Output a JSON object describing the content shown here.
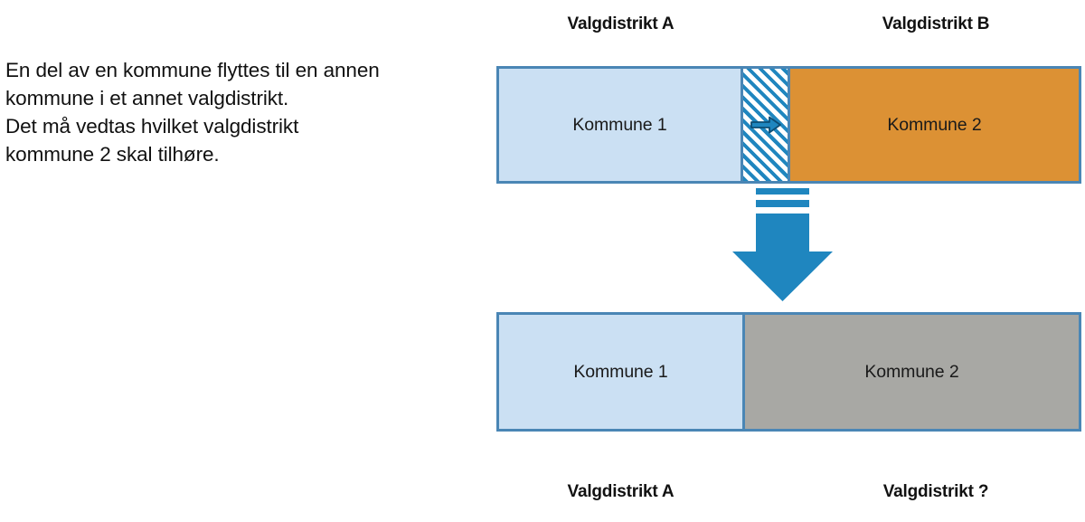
{
  "diagram": {
    "caption": "En del av en kommune flyttes til en annen\nkommune i et annet valgdistrikt.\nDet må vedtas hvilket valgdistrikt\nkommune 2 skal tilhøre.",
    "headings": {
      "top_left": "Valgdistrikt A",
      "top_right": "Valgdistrikt B",
      "bottom_left": "Valgdistrikt A",
      "bottom_right": "Valgdistrikt ?"
    },
    "before_bar": {
      "segments": [
        {
          "label": "Kommune 1",
          "color": "#cbe0f3",
          "kind": "solid"
        },
        {
          "label": "",
          "color": "#1f86bf",
          "kind": "hatched"
        },
        {
          "label": "Kommune 2",
          "color": "#dc9134",
          "kind": "solid"
        }
      ]
    },
    "after_bar": {
      "segments": [
        {
          "label": "Kommune 1",
          "color": "#cbe0f3",
          "kind": "solid"
        },
        {
          "label": "Kommune 2",
          "color": "#a8a8a4",
          "kind": "solid"
        }
      ]
    },
    "colors": {
      "border": "#4a86b5",
      "light_blue": "#cbe0f3",
      "orange": "#dc9134",
      "gray": "#a8a8a4",
      "arrow_blue": "#1f86bf",
      "hatch_blue": "#1f86bf",
      "mini_arrow": "#0f5e8c"
    },
    "icons": {
      "transfer_arrow": "arrow-right-icon",
      "flow_arrow": "arrow-down-icon"
    }
  }
}
